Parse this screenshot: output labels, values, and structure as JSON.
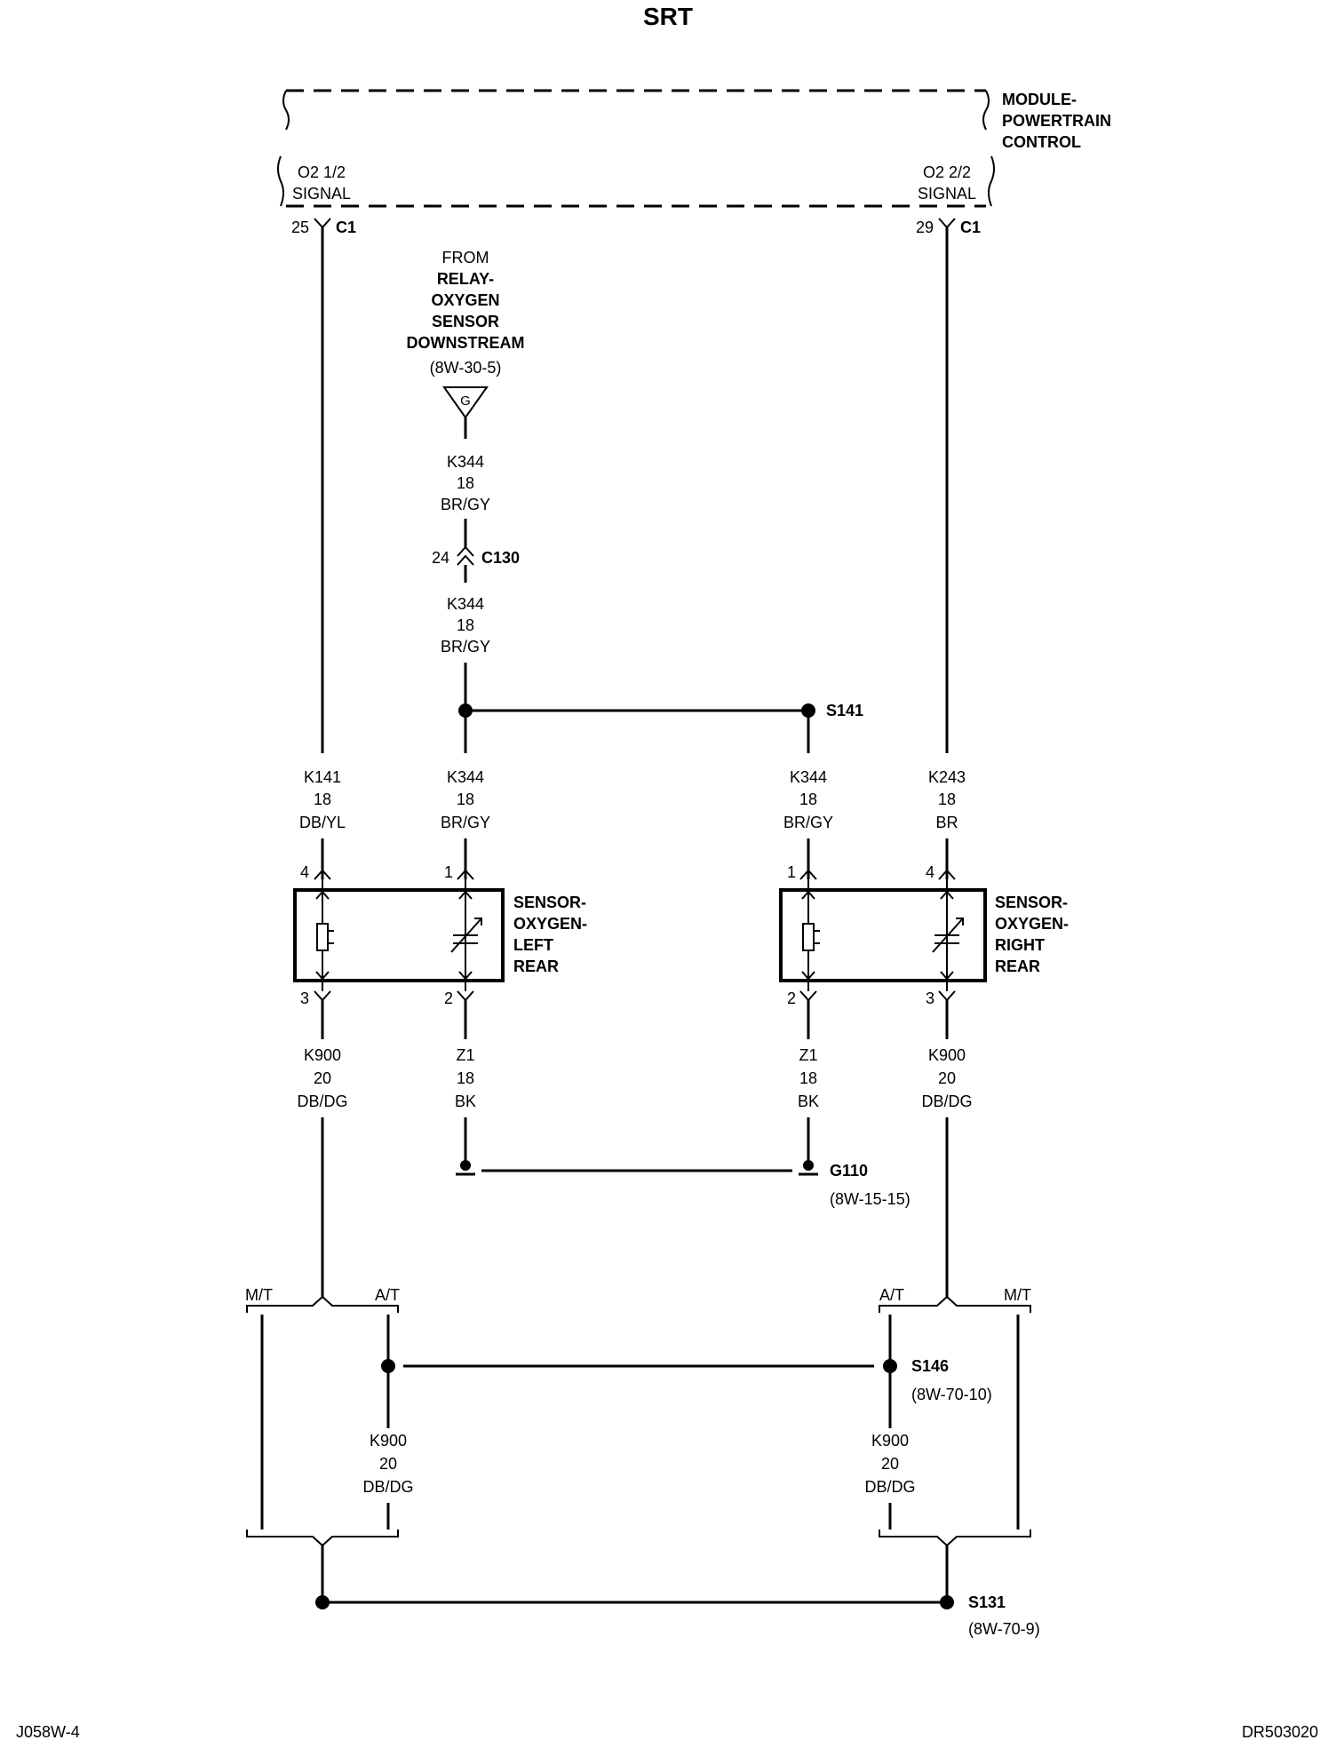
{
  "title": "SRT",
  "footer": {
    "left": "J058W-4",
    "right": "DR503020"
  },
  "pcm": {
    "name": [
      "MODULE-",
      "POWERTRAIN",
      "CONTROL"
    ],
    "left_pin": {
      "label": [
        "O2 1/2",
        "SIGNAL"
      ],
      "cavity": "25",
      "connector": "C1"
    },
    "right_pin": {
      "label": [
        "O2 2/2",
        "SIGNAL"
      ],
      "cavity": "29",
      "connector": "C1"
    }
  },
  "relay_source": {
    "from": "FROM",
    "name": [
      "RELAY-",
      "OXYGEN",
      "SENSOR",
      "DOWNSTREAM"
    ],
    "ref": "(8W-30-5)",
    "flag": "G"
  },
  "c130": {
    "cavity": "24",
    "name": "C130"
  },
  "splices": {
    "s141": {
      "name": "S141"
    },
    "s146": {
      "name": "S146",
      "ref": "(8W-70-10)"
    },
    "s131": {
      "name": "S131",
      "ref": "(8W-70-9)"
    }
  },
  "ground": {
    "name": "G110",
    "ref": "(8W-15-15)"
  },
  "wires": {
    "k344_top": [
      "K344",
      "18",
      "BR/GY"
    ],
    "k344_mid": [
      "K344",
      "18",
      "BR/GY"
    ],
    "k141": [
      "K141",
      "18",
      "DB/YL"
    ],
    "k344_left": [
      "K344",
      "18",
      "BR/GY"
    ],
    "k344_right": [
      "K344",
      "18",
      "BR/GY"
    ],
    "k243": [
      "K243",
      "18",
      "BR"
    ],
    "k900_left": [
      "K900",
      "20",
      "DB/DG"
    ],
    "z1_left": [
      "Z1",
      "18",
      "BK"
    ],
    "z1_right": [
      "Z1",
      "18",
      "BK"
    ],
    "k900_right": [
      "K900",
      "20",
      "DB/DG"
    ],
    "k900_at_left": [
      "K900",
      "20",
      "DB/DG"
    ],
    "k900_at_right": [
      "K900",
      "20",
      "DB/DG"
    ]
  },
  "sensor_left": {
    "name": [
      "SENSOR-",
      "OXYGEN-",
      "LEFT",
      "REAR"
    ],
    "pins": {
      "signal": "4",
      "heater_feed": "1",
      "return": "3",
      "ground": "2"
    }
  },
  "sensor_right": {
    "name": [
      "SENSOR-",
      "OXYGEN-",
      "RIGHT",
      "REAR"
    ],
    "pins": {
      "heater_feed": "1",
      "signal": "4",
      "ground": "2",
      "return": "3"
    }
  },
  "options": {
    "mt": "M/T",
    "at": "A/T"
  }
}
